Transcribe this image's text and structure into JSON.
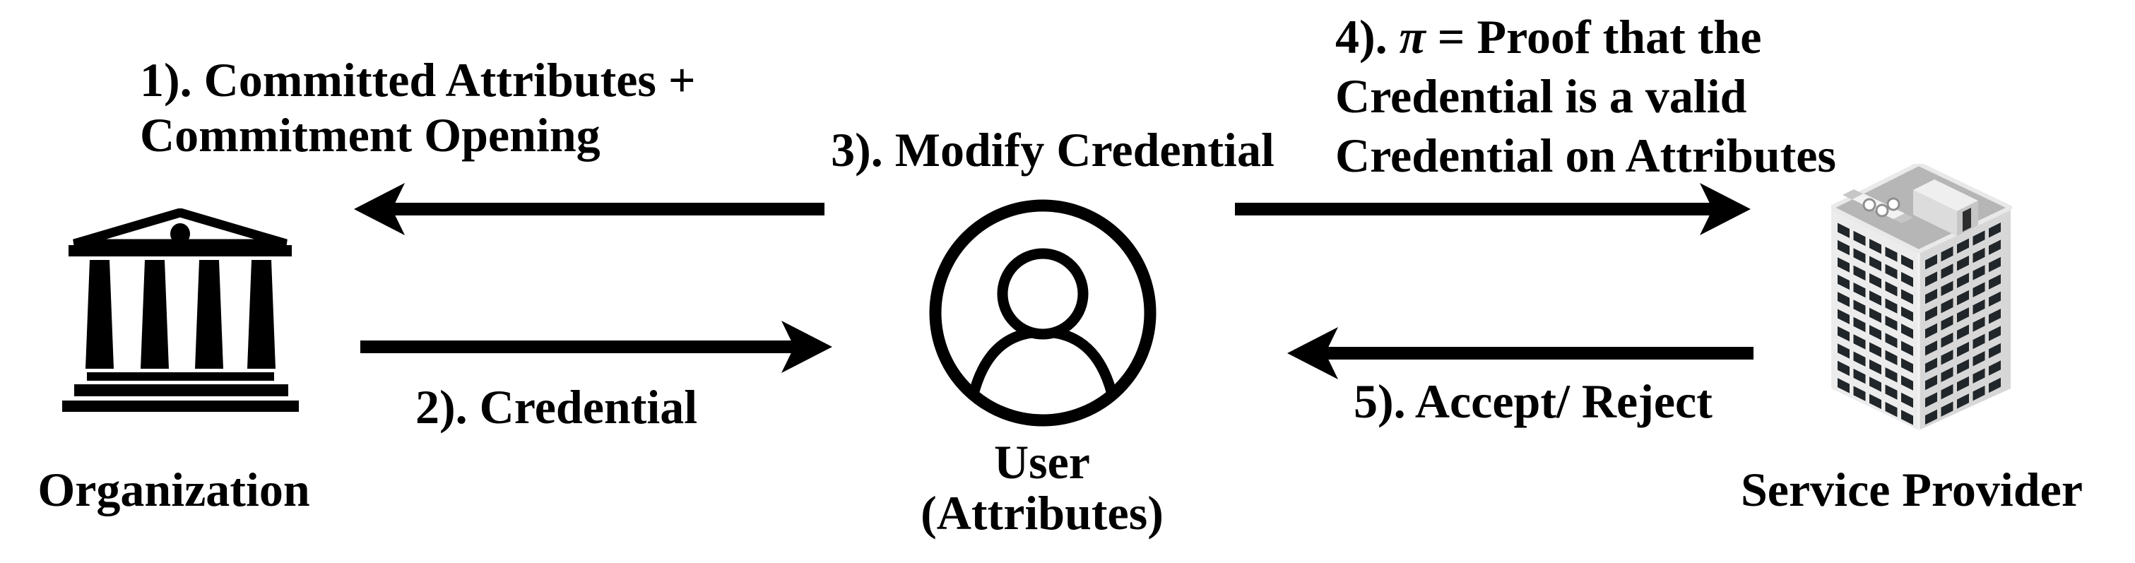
{
  "figure": {
    "background": "#ffffff",
    "ink": "#000000"
  },
  "nodes": {
    "organization": {
      "icon": "bank-building-icon",
      "label": "Organization"
    },
    "user": {
      "icon": "person-avatar-icon",
      "label_line1": "User",
      "label_line2": "(Attributes)"
    },
    "service_provider": {
      "icon": "office-building-icon",
      "label": "Service Provider"
    }
  },
  "messages": {
    "m1": {
      "line1": "1). Committed Attributes +",
      "line2": "Commitment Opening",
      "from": "User",
      "to": "Organization"
    },
    "m2": {
      "text": "2). Credential",
      "from": "Organization",
      "to": "User"
    },
    "m3": {
      "text": "3). Modify Credential",
      "at": "User"
    },
    "m4": {
      "prefix": "4). ",
      "pi": "π",
      "suffix": " = Proof that the",
      "line2": "Credential is a valid",
      "line3": "Credential on Attributes",
      "from": "User",
      "to": "Service Provider"
    },
    "m5": {
      "text": "5). Accept/ Reject",
      "from": "Service Provider",
      "to": "User"
    }
  },
  "colors": {
    "arrow": "#000000",
    "building_left_face": "#ececec",
    "building_right_face": "#d7d7d7",
    "building_roof": "#b6b6b6",
    "building_roof_rim": "#e9e9e9",
    "building_window": "#20262a"
  }
}
